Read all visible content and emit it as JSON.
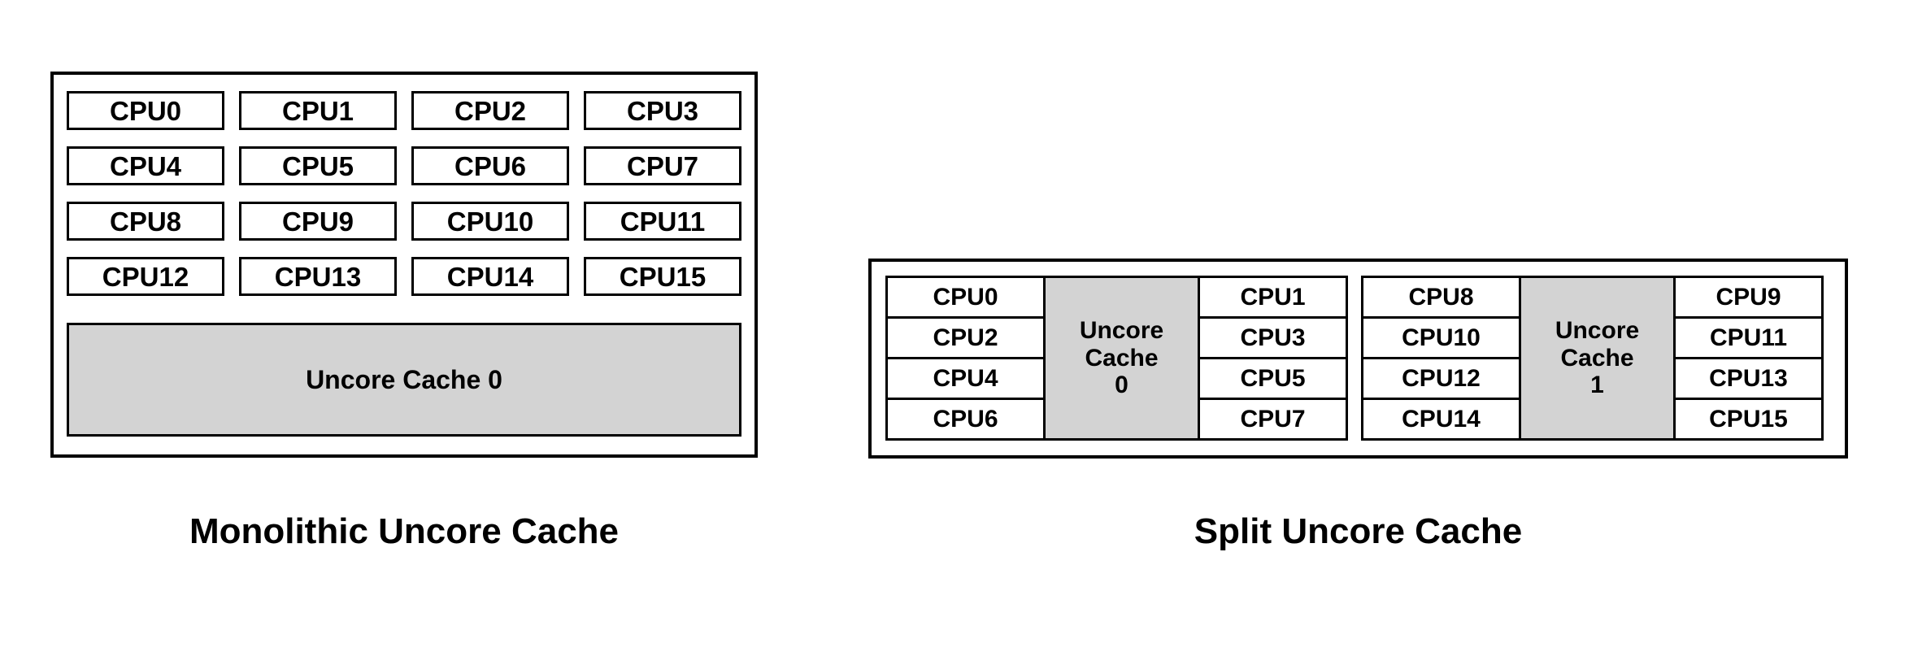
{
  "colors": {
    "background": "#ffffff",
    "border": "#000000",
    "cache_fill": "#d3d3d3",
    "text": "#000000"
  },
  "monolithic": {
    "caption": "Monolithic Uncore Cache",
    "cache_label": "Uncore Cache 0",
    "cpus": [
      "CPU0",
      "CPU1",
      "CPU2",
      "CPU3",
      "CPU4",
      "CPU5",
      "CPU6",
      "CPU7",
      "CPU8",
      "CPU9",
      "CPU10",
      "CPU11",
      "CPU12",
      "CPU13",
      "CPU14",
      "CPU15"
    ]
  },
  "split": {
    "caption": "Split Uncore Cache",
    "clusters": [
      {
        "cache_label": "Uncore Cache 0",
        "left_cpus": [
          "CPU0",
          "CPU2",
          "CPU4",
          "CPU6"
        ],
        "right_cpus": [
          "CPU1",
          "CPU3",
          "CPU5",
          "CPU7"
        ]
      },
      {
        "cache_label": "Uncore Cache 1",
        "left_cpus": [
          "CPU8",
          "CPU10",
          "CPU12",
          "CPU14"
        ],
        "right_cpus": [
          "CPU9",
          "CPU11",
          "CPU13",
          "CPU15"
        ]
      }
    ]
  }
}
